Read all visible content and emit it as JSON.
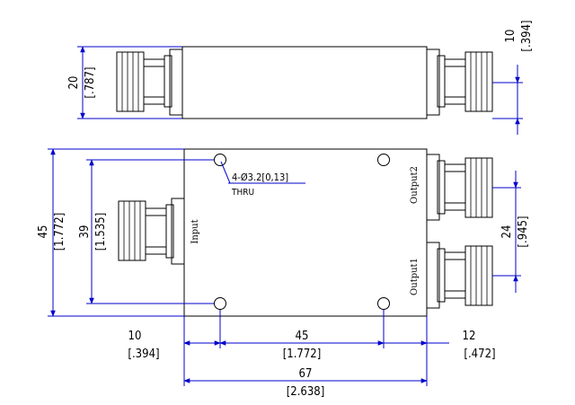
{
  "dimensions": {
    "top_height": {
      "metric": "20",
      "imperial": "[.787]"
    },
    "top_connector_offset": {
      "metric": "10",
      "imperial": "[.394]"
    },
    "total_height": {
      "metric": "45",
      "imperial": "[1.772]"
    },
    "hole_spacing_v": {
      "metric": "39",
      "imperial": "[1.535]"
    },
    "output_spacing": {
      "metric": "24",
      "imperial": "[.945]"
    },
    "hole_offset_x": {
      "metric": "10",
      "imperial": "[.394]"
    },
    "hole_spacing_h": {
      "metric": "45",
      "imperial": "[1.772]"
    },
    "connector_length": {
      "metric": "12",
      "imperial": "[.472]"
    },
    "total_length": {
      "metric": "67",
      "imperial": "[2.638]"
    }
  },
  "callout": {
    "holes": "4-Ø3.2[0,13]",
    "thru": "THRU"
  },
  "ports": {
    "input": "Input",
    "output1": "Output1",
    "output2": "Output2"
  },
  "colors": {
    "line": "#000000",
    "dimension": "#0000cc"
  }
}
